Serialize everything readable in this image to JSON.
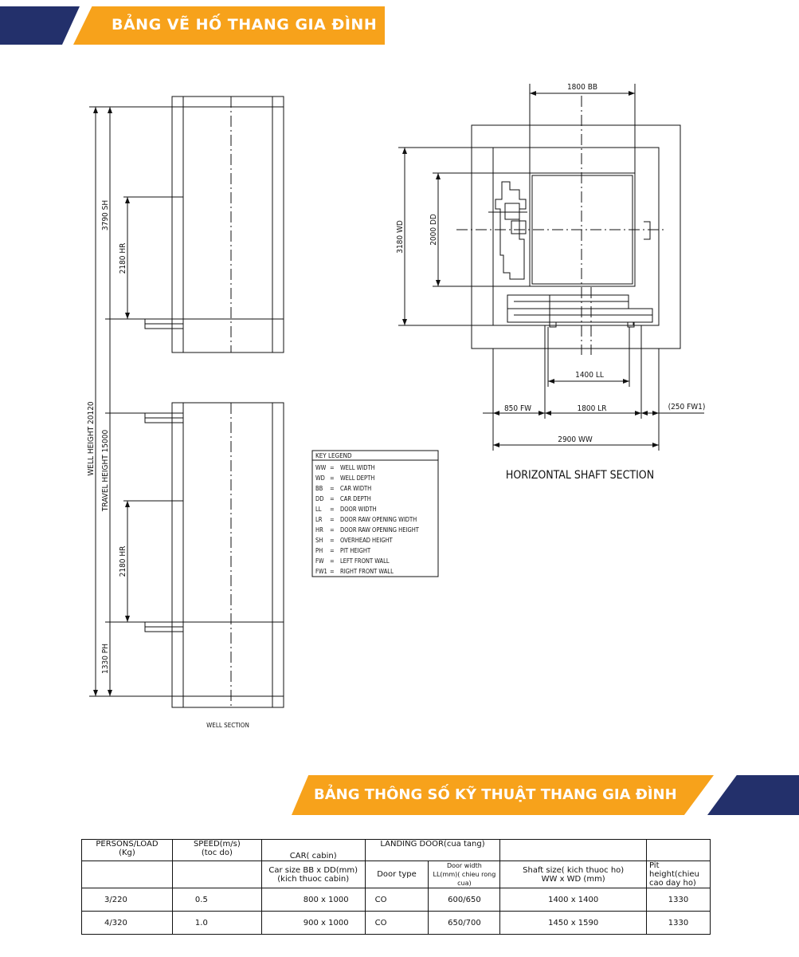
{
  "header": {
    "title": "BẢNG VẼ HỐ THANG GIA ĐÌNH"
  },
  "spec_header": {
    "title": "BẢNG THÔNG SỐ KỸ THUẬT THANG GIA ĐÌNH"
  },
  "well_section": {
    "caption": "WELL SECTION",
    "dims": {
      "well_height": "WELL HEIGHT 20120",
      "travel_height": "TRAVEL HEIGHT 15000",
      "overhead": "3790 SH",
      "hr_top": "2180 HR",
      "hr_bottom": "2180 HR",
      "pit": "1330 PH"
    }
  },
  "horizontal_section": {
    "caption": "HORIZONTAL SHAFT SECTION",
    "dims": {
      "bb": "1800 BB",
      "wd": "3180 WD",
      "dd": "2000 DD",
      "ll": "1400 LL",
      "fw": "850 FW",
      "lr": "1800 LR",
      "fw1": "(250 FW1)",
      "ww": "2900 WW"
    }
  },
  "key_legend": {
    "title": "KEY LEGEND",
    "items": [
      {
        "code": "WW",
        "desc": "WELL WIDTH"
      },
      {
        "code": "WD",
        "desc": "WELL DEPTH"
      },
      {
        "code": "BB",
        "desc": "CAR WIDTH"
      },
      {
        "code": "DD",
        "desc": "CAR DEPTH"
      },
      {
        "code": "LL",
        "desc": "DOOR WIDTH"
      },
      {
        "code": "LR",
        "desc": "DOOR RAW OPENING WIDTH"
      },
      {
        "code": "HR",
        "desc": "DOOR RAW OPENING HEIGHT"
      },
      {
        "code": "SH",
        "desc": "OVERHEAD HEIGHT"
      },
      {
        "code": "PH",
        "desc": "PIT HEIGHT"
      },
      {
        "code": "FW",
        "desc": "LEFT FRONT WALL"
      },
      {
        "code": "FW1",
        "desc": "RIGHT FRONT WALL"
      }
    ]
  },
  "spec_table": {
    "h_persons": "PERSONS/LOAD",
    "h_persons2": "(Kg)",
    "h_speed": "SPEED(m/s)",
    "h_speed2": "(toc do)",
    "h_car": "CAR( cabin)",
    "h_landing": "LANDING DOOR(cua tang)",
    "h_carsize": "Car size BB x DD(mm)",
    "h_carsize2": "(kich thuoc cabin)",
    "h_doortype": "Door type",
    "h_doorwidth": "Door width",
    "h_doorwidth2": "LL(mm)( chieu rong cua)",
    "h_shaft": "Shaft size( kich thuoc ho)",
    "h_shaft2": "WW x WD (mm)",
    "h_pit": "Pit height(chieu",
    "h_pit2": "cao day ho)",
    "rows": [
      {
        "persons": "3/220",
        "speed": "0.5",
        "car": "800 x 1000",
        "door_type": "CO",
        "door_width": "600/650",
        "shaft": "1400 x 1400",
        "pit": "1330"
      },
      {
        "persons": "4/320",
        "speed": "1.0",
        "car": "900 x 1000",
        "door_type": "CO",
        "door_width": "650/700",
        "shaft": "1450 x 1590",
        "pit": "1330"
      }
    ]
  }
}
